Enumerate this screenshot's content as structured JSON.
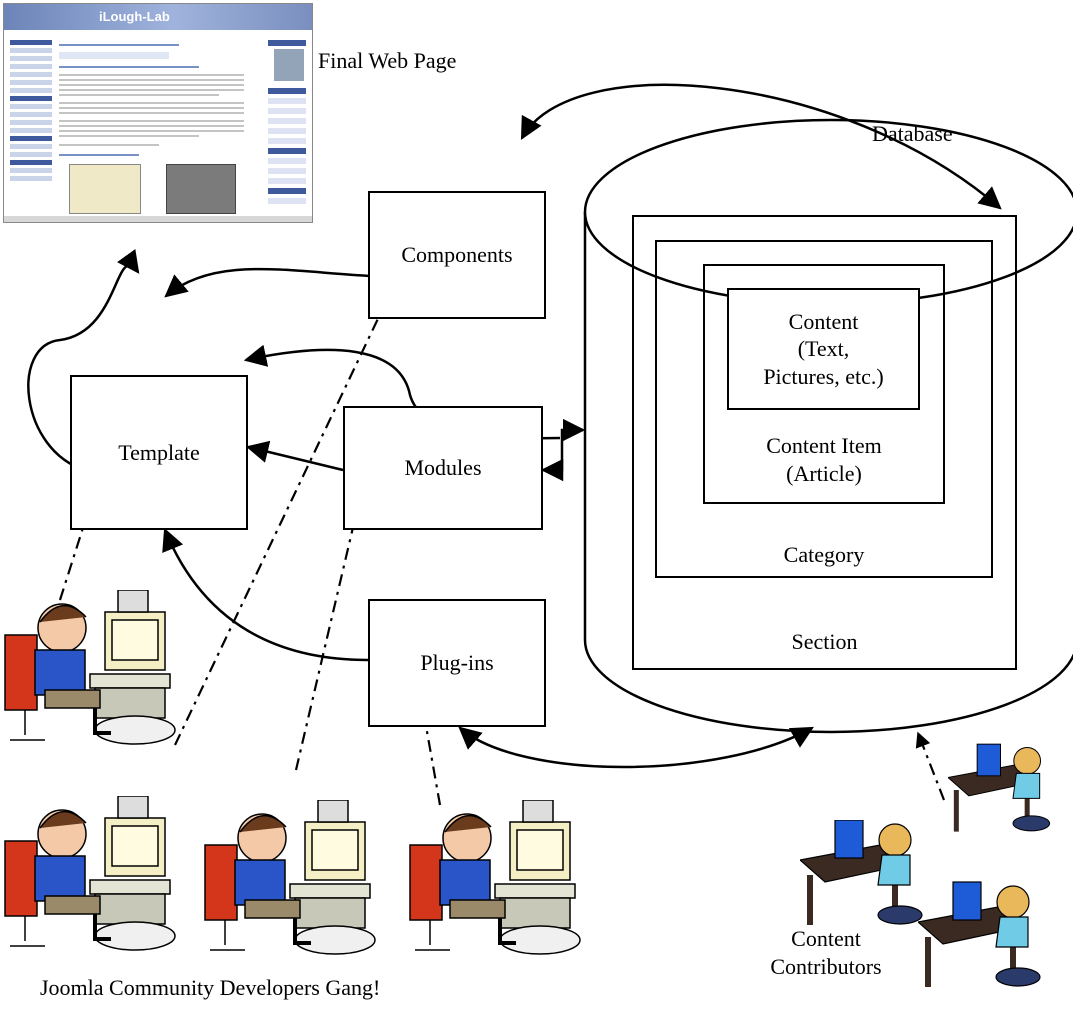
{
  "captions": {
    "final_web_page": "Final Web Page",
    "database": "Database",
    "developers": "Joomla Community Developers Gang!",
    "contributors": "Content\nContributors"
  },
  "boxes": {
    "components": "Components",
    "template": "Template",
    "modules": "Modules",
    "plugins": "Plug-ins"
  },
  "database": {
    "content": "Content\n(Text,\nPictures, etc.)",
    "content_item": "Content Item\n(Article)",
    "category": "Category",
    "section": "Section"
  },
  "thumbnail": {
    "site_title": "iLough-Lab"
  },
  "icons": {
    "developer": "developer-at-computer-icon",
    "contributor": "contributor-at-computer-icon"
  },
  "colors": {
    "line": "#000000",
    "dev_shirt": "#2a55c8",
    "dev_chair": "#d4361c",
    "monitor": "#f4efc4",
    "contrib_desk": "#3a2a22",
    "contrib_screen": "#1e5bd6",
    "contrib_shirt": "#6fcbe6",
    "contrib_head": "#e8b85a"
  }
}
